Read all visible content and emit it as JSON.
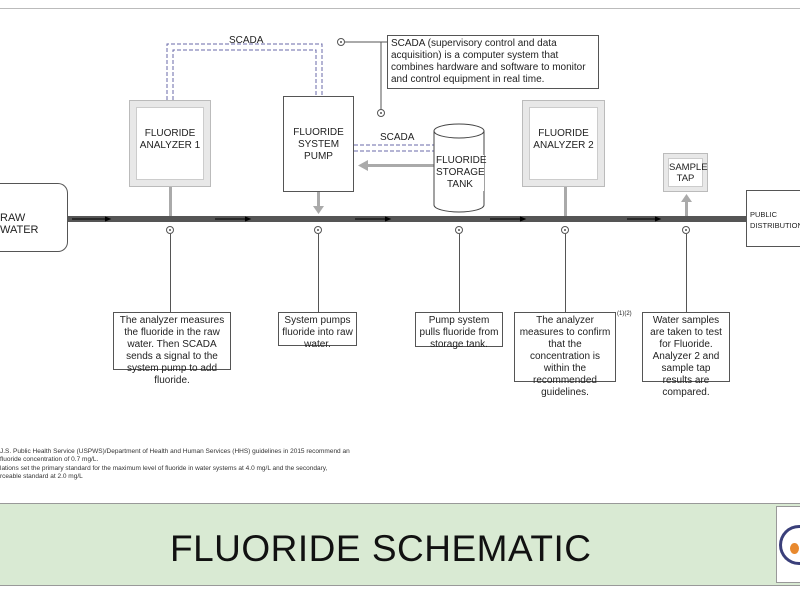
{
  "scada_label_top": "SCADA",
  "scada_label_mid": "SCADA",
  "scada_note": "SCADA (supervisory control and data acquisition) is a computer system that combines hardware and software to monitor and control equipment in real time.",
  "units": {
    "analyzer1": "FLUORIDE ANALYZER 1",
    "pump": "FLUORIDE SYSTEM PUMP",
    "tank": "FLUORIDE STORAGE TANK",
    "analyzer2": "FLUORIDE ANALYZER 2",
    "tap": "SAMPLE TAP",
    "raw_water": "RAW WATER",
    "public": "PUBLIC DISTRIBUTION"
  },
  "notes": {
    "analyzer1": "The analyzer measures the fluoride in the raw water. Then SCADA sends a signal to the system pump to add fluoride.",
    "pump": "System pumps fluoride into raw water.",
    "tank": "Pump system pulls fluoride  from storage tank.",
    "analyzer2": "The analyzer measures to confirm that the concentration is within the recommended guidelines.",
    "analyzer2_ref": "(1)(2)",
    "tap": "Water samples are taken to test for Fluoride. Analyzer 2 and sample tap results are compared."
  },
  "footnotes": [
    "J.S. Public Health Service (USPWS)/Department of Health and Human Services (HHS) guidelines in 2015 recommend an",
    "fluoride concentration of 0.7 mg/L.",
    "lations set the primary standard for the maximum level of fluoride in water systems at 4.0 mg/L and the secondary,",
    "rceable standard at 2.0 mg/L"
  ],
  "title": "FLUORIDE SCHEMATIC",
  "colors": {
    "banner": "#d9ead3",
    "scada_line": "#6a6aa8",
    "pipe": "#555555"
  }
}
